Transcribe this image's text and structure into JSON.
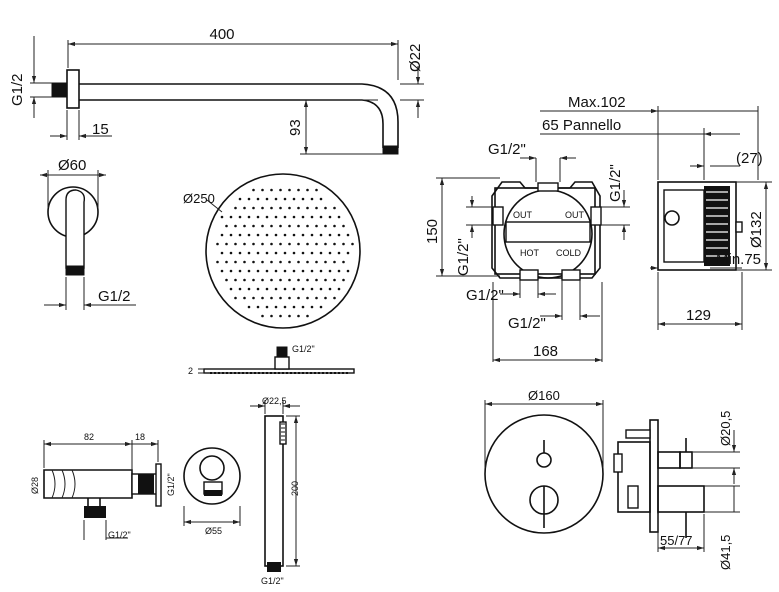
{
  "arm": {
    "length": "400",
    "diameter": "Ø22",
    "thread": "G1/2",
    "drop": "93",
    "flange_depth": "15"
  },
  "arm_end": {
    "diameter": "Ø60",
    "thread": "G1/2"
  },
  "head": {
    "diameter": "Ø250",
    "thread": "G1/2\"",
    "thickness": "2"
  },
  "box": {
    "max": "Max.102",
    "panel": "65 Pannello",
    "dist": "(27)",
    "diameter": "Ø132",
    "min": "Min.75",
    "depth": "129",
    "width": "168",
    "height": "150",
    "g_top": "G1/2\"",
    "g_right": "G1/2\"",
    "g_left": "G1/2\"",
    "g_bottom1": "G1/2\"",
    "g_bottom2": "G1/2\"",
    "lbl_out_left": "OUT",
    "lbl_out_right": "OUT",
    "lbl_hot": "HOT",
    "lbl_cold": "COLD"
  },
  "outlet": {
    "length": "82",
    "offset": "18",
    "diameter": "Ø28",
    "thread_side": "G1/2\"",
    "thread_bottom": "G1/2\"",
    "plate_diameter": "Ø55"
  },
  "hand_shower": {
    "diameter": "Ø22,5",
    "length": "200",
    "thread": "G1/2\""
  },
  "mixer": {
    "plate_diameter": "Ø160",
    "knob_upper": "Ø20,5",
    "knob_lower": "Ø41,5",
    "projection": "55/77"
  }
}
